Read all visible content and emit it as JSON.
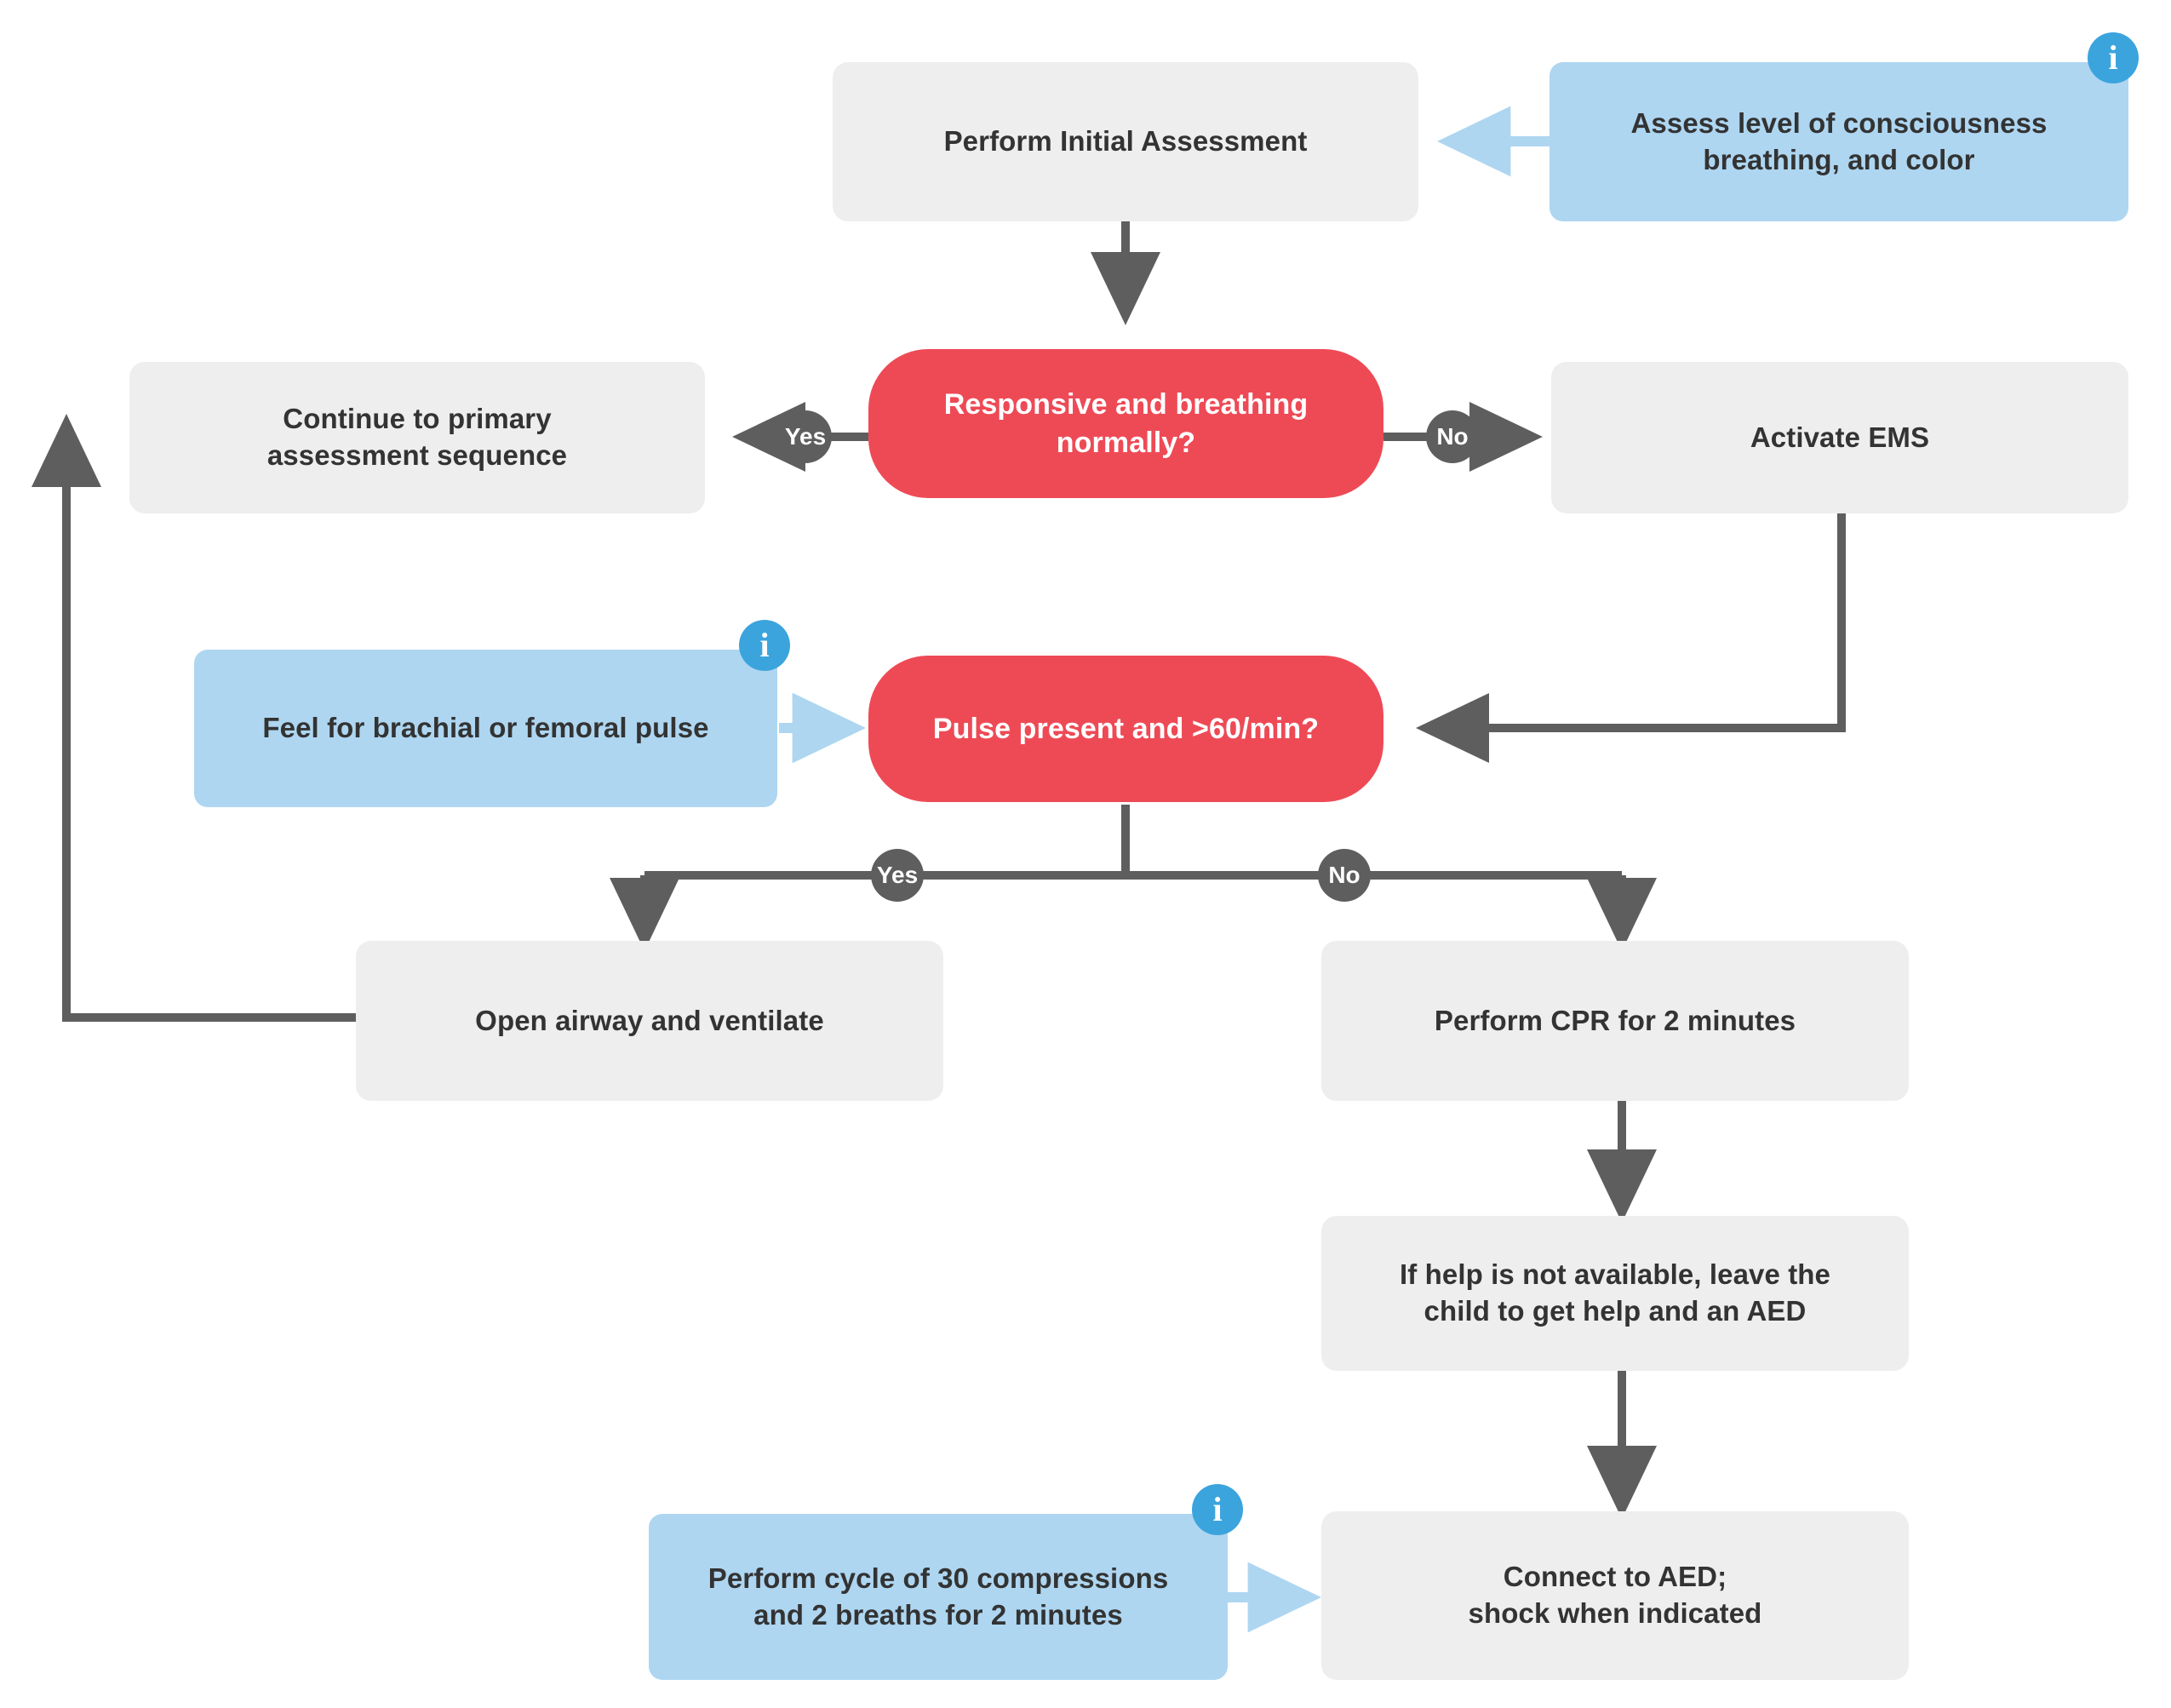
{
  "diagram": {
    "title": "Pediatric BLS Assessment and CPR Flowchart",
    "colors": {
      "background": "#ffffff",
      "process_fill": "#eeeeee",
      "process_text": "#333333",
      "decision_fill": "#ee4a56",
      "decision_text": "#ffffff",
      "info_fill": "#aed6f1",
      "info_text": "#333333",
      "badge_fill": "#3ba4dd",
      "edge_label_fill": "#5e5e5e",
      "connector_gray": "#5e5e5e",
      "connector_blue": "#aed6f1"
    },
    "nodes": [
      {
        "id": "initial_assessment",
        "type": "process",
        "label": "Perform Initial Assessment"
      },
      {
        "id": "assess_info",
        "type": "info",
        "label": "Assess level of consciousness breathing, and color",
        "badge": "i"
      },
      {
        "id": "responsive_q",
        "type": "decision",
        "label": "Responsive and breathing normally?"
      },
      {
        "id": "continue_primary",
        "type": "process",
        "label": "Continue to primary assessment sequence"
      },
      {
        "id": "activate_ems",
        "type": "process",
        "label": "Activate EMS"
      },
      {
        "id": "pulse_info",
        "type": "info",
        "label": "Feel for brachial or femoral pulse",
        "badge": "i"
      },
      {
        "id": "pulse_q",
        "type": "decision",
        "label": "Pulse present and >60/min?"
      },
      {
        "id": "open_airway",
        "type": "process",
        "label": "Open airway and ventilate"
      },
      {
        "id": "perform_cpr",
        "type": "process",
        "label": "Perform CPR for 2 minutes"
      },
      {
        "id": "leave_for_help",
        "type": "process",
        "label": "If help is not available, leave the child to get help and an AED"
      },
      {
        "id": "cpr_cycle_info",
        "type": "info",
        "label": "Perform cycle of 30 compressions and 2 breaths for 2 minutes",
        "badge": "i"
      },
      {
        "id": "connect_aed",
        "type": "process",
        "label": "Connect to AED; shock when indicated"
      }
    ],
    "node_text": {
      "initial_assessment": "Perform Initial Assessment",
      "assess_info_line1": "Assess level of consciousness",
      "assess_info_line2": "breathing, and color",
      "responsive_q_line1": "Responsive and breathing",
      "responsive_q_line2": "normally?",
      "continue_primary_line1": "Continue to primary",
      "continue_primary_line2": "assessment sequence",
      "activate_ems": "Activate EMS",
      "pulse_info": "Feel for brachial or femoral pulse",
      "pulse_q": "Pulse present and >60/min?",
      "open_airway": "Open airway and ventilate",
      "perform_cpr": "Perform CPR for 2 minutes",
      "leave_for_help_line1": "If help is not available, leave the",
      "leave_for_help_line2": "child to get help and an AED",
      "cpr_cycle_info_line1": "Perform cycle of 30 compressions",
      "cpr_cycle_info_line2": "and 2 breaths for 2 minutes",
      "connect_aed_line1": "Connect to AED;",
      "connect_aed_line2": "shock when indicated"
    },
    "badges": {
      "info_glyph": "i"
    },
    "edge_labels": {
      "responsive_yes": "Yes",
      "responsive_no": "No",
      "pulse_yes": "Yes",
      "pulse_no": "No"
    },
    "edges": [
      {
        "from": "assess_info",
        "to": "initial_assessment",
        "label": "",
        "style": "blue"
      },
      {
        "from": "initial_assessment",
        "to": "responsive_q",
        "label": "",
        "style": "gray"
      },
      {
        "from": "responsive_q",
        "to": "continue_primary",
        "label": "Yes",
        "style": "gray"
      },
      {
        "from": "responsive_q",
        "to": "activate_ems",
        "label": "No",
        "style": "gray"
      },
      {
        "from": "activate_ems",
        "to": "pulse_q",
        "label": "",
        "style": "gray"
      },
      {
        "from": "pulse_info",
        "to": "pulse_q",
        "label": "",
        "style": "blue"
      },
      {
        "from": "pulse_q",
        "to": "open_airway",
        "label": "Yes",
        "style": "gray"
      },
      {
        "from": "pulse_q",
        "to": "perform_cpr",
        "label": "No",
        "style": "gray"
      },
      {
        "from": "open_airway",
        "to": "continue_primary",
        "label": "",
        "style": "gray"
      },
      {
        "from": "perform_cpr",
        "to": "leave_for_help",
        "label": "",
        "style": "gray"
      },
      {
        "from": "leave_for_help",
        "to": "connect_aed",
        "label": "",
        "style": "gray"
      },
      {
        "from": "cpr_cycle_info",
        "to": "connect_aed",
        "label": "",
        "style": "blue"
      }
    ]
  }
}
